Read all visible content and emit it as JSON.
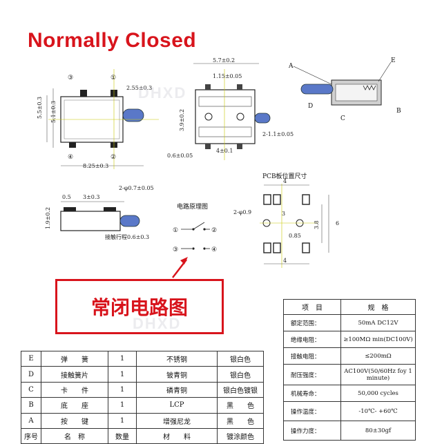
{
  "title": "Normally Closed",
  "watermark": "DHXD",
  "red_label": "常闭电路图",
  "top_view": {
    "pins": [
      "③",
      "①",
      "④",
      "②"
    ],
    "dims": [
      "2.55±0.3",
      "5.5±0.3",
      "5.1±0.3",
      "8.25±0.3"
    ]
  },
  "front_view": {
    "dims": [
      "5.7±0.2",
      "1.15±0.05",
      "3.9±0.2",
      "2-1.1±0.05",
      "0.6±0.05",
      "4±0.1"
    ]
  },
  "section_view": {
    "labels": [
      "A",
      "E",
      "D",
      "C",
      "B"
    ]
  },
  "side_view": {
    "dims": [
      "0.5",
      "3±0.3",
      "2-φ0.7±0.05",
      "1.9±0.2"
    ],
    "travel": "接触行程0.6±0.3"
  },
  "circuit": {
    "title": "电路原理图",
    "pins": [
      "①",
      "②",
      "③",
      "④"
    ]
  },
  "pcb": {
    "title": "PCB板位置尺寸",
    "dims": [
      "4",
      "2-φ0.9",
      "3",
      "3.8",
      "6",
      "0.85",
      "4"
    ]
  },
  "spec_table": {
    "header": [
      "项　目",
      "规　格"
    ],
    "rows": [
      [
        "额定范围：",
        "50mA DC12V"
      ],
      [
        "绝缘电阻：",
        "≥100MΩ min(DC100V)"
      ],
      [
        "接触电阻：",
        "≤200mΩ"
      ],
      [
        "耐压强度：",
        "AC100V(50/60Hz foy 1 minute)"
      ],
      [
        "机械寿命：",
        "50,000 cycles"
      ],
      [
        "操作温度：",
        "-10℃- +60℃"
      ],
      [
        "操作力度：",
        "80±30gf"
      ]
    ]
  },
  "bom_table": {
    "rows": [
      [
        "E",
        "弹　　簧",
        "1",
        "不锈钢",
        "银白色"
      ],
      [
        "D",
        "接触簧片",
        "1",
        "铍青铜",
        "银白色"
      ],
      [
        "C",
        "卡　　件",
        "1",
        "磷青铜",
        "银白色镀银"
      ],
      [
        "B",
        "底　　座",
        "1",
        "LCP",
        "黑　　色"
      ],
      [
        "A",
        "按　　键",
        "1",
        "增强尼龙",
        "黑　　色"
      ]
    ],
    "header": [
      "序号",
      "名　称",
      "数量",
      "材　　料",
      "镀涂颜色"
    ]
  }
}
